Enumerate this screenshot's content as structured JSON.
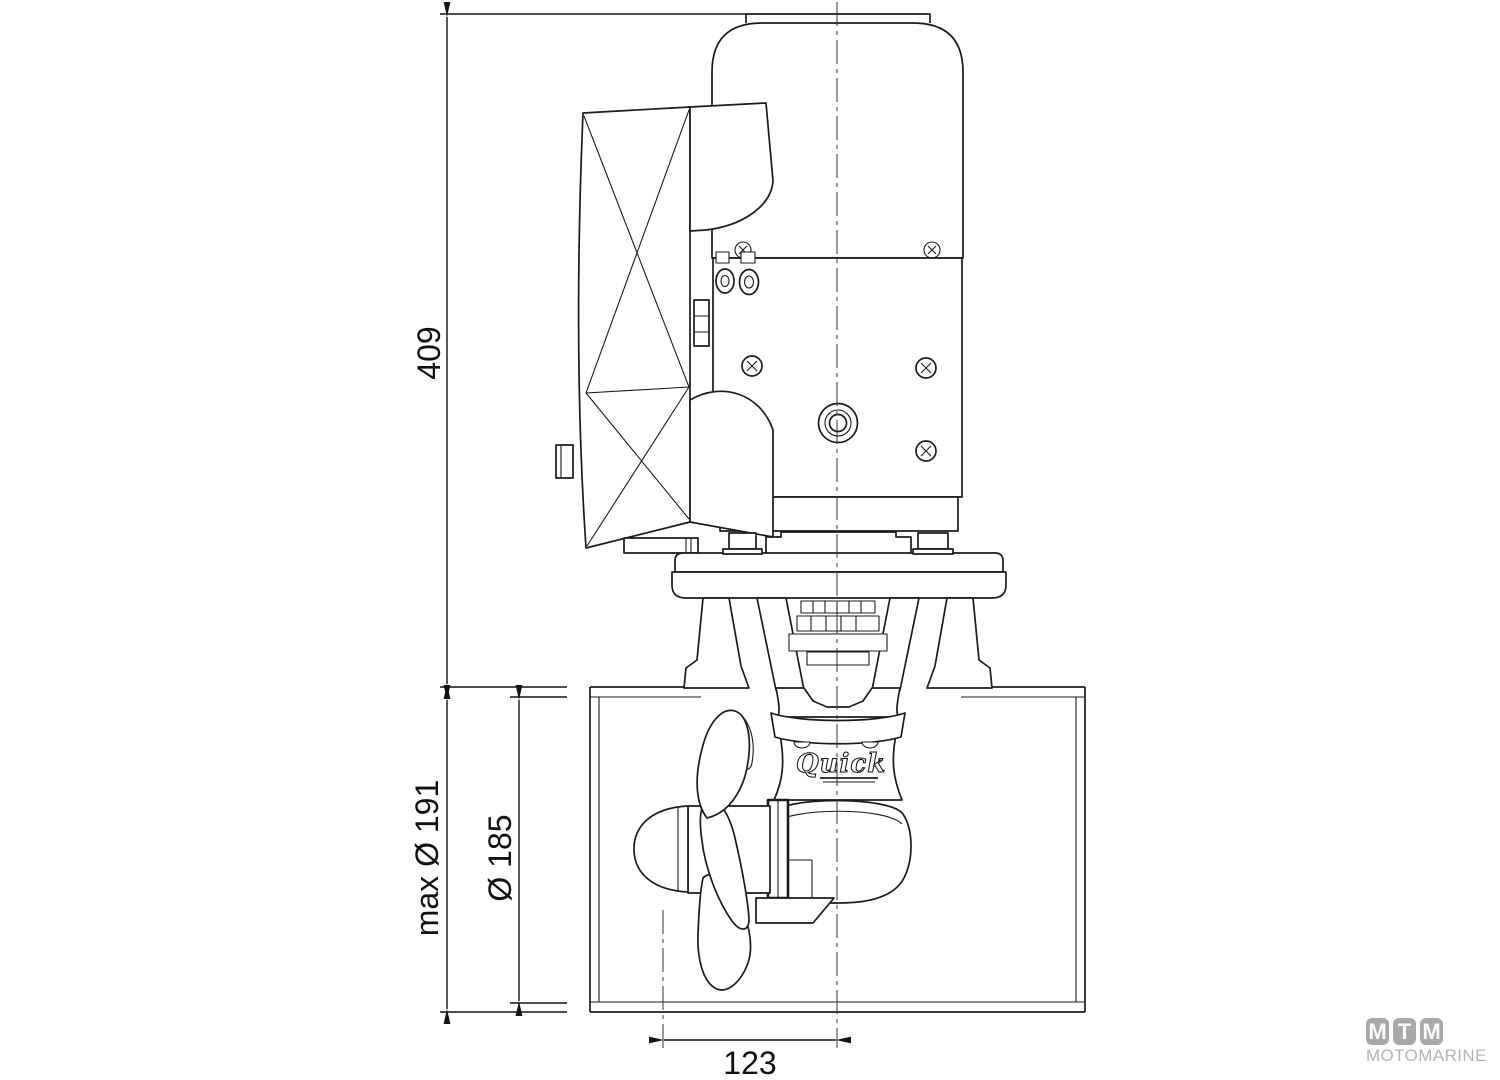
{
  "dimensions": {
    "overall_height": "409",
    "max_outer_diameter": "max Ø 191",
    "tunnel_diameter": "Ø 185",
    "propeller_offset": "123"
  },
  "branding": {
    "device_logo": "Quick"
  },
  "watermark": {
    "letters": [
      "M",
      "T",
      "M"
    ],
    "name": "MOTOMARINE"
  },
  "colors": {
    "line": "#1b1b1b",
    "centerline": "#3c3c3c",
    "background": "#ffffff",
    "watermark_tile": "#a9a9a9",
    "watermark_text": "#b4b4b4"
  }
}
